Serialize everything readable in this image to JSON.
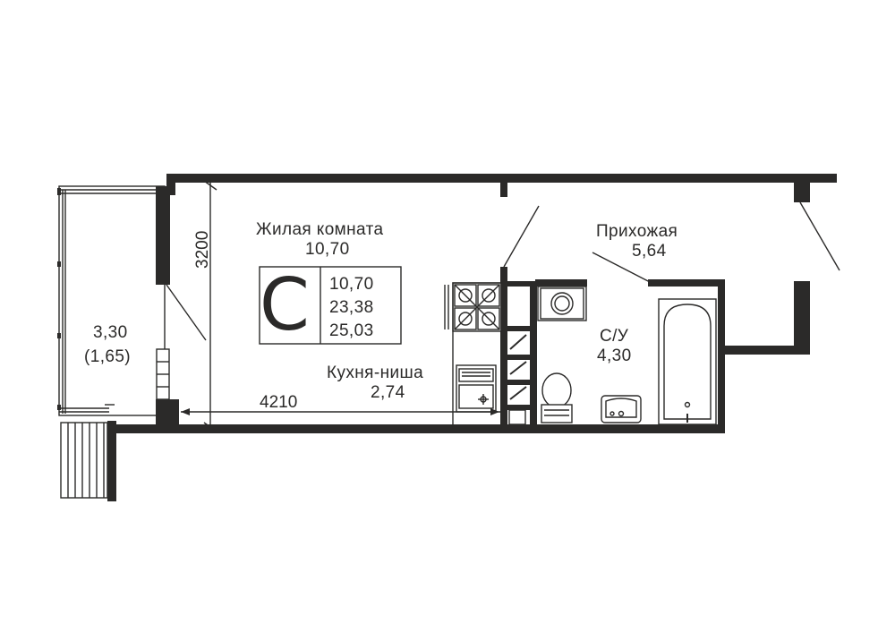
{
  "rooms": {
    "living_name": "Жилая комната",
    "living_area": "10,70",
    "hall_name": "Прихожая",
    "hall_area": "5,64",
    "bath_name": "С/У",
    "bath_area": "4,30",
    "kitchen_name": "Кухня-ниша",
    "kitchen_area": "2,74",
    "balcony_area": "3,30",
    "balcony_area_reduced": "(1,65)"
  },
  "badge": {
    "letter": "С",
    "living": "10,70",
    "total": "23,38",
    "total_with_balcony": "25,03"
  },
  "dimensions": {
    "height": "3200",
    "width": "4210"
  },
  "colors": {
    "wall": "#2b2a29",
    "background": "#ffffff"
  }
}
